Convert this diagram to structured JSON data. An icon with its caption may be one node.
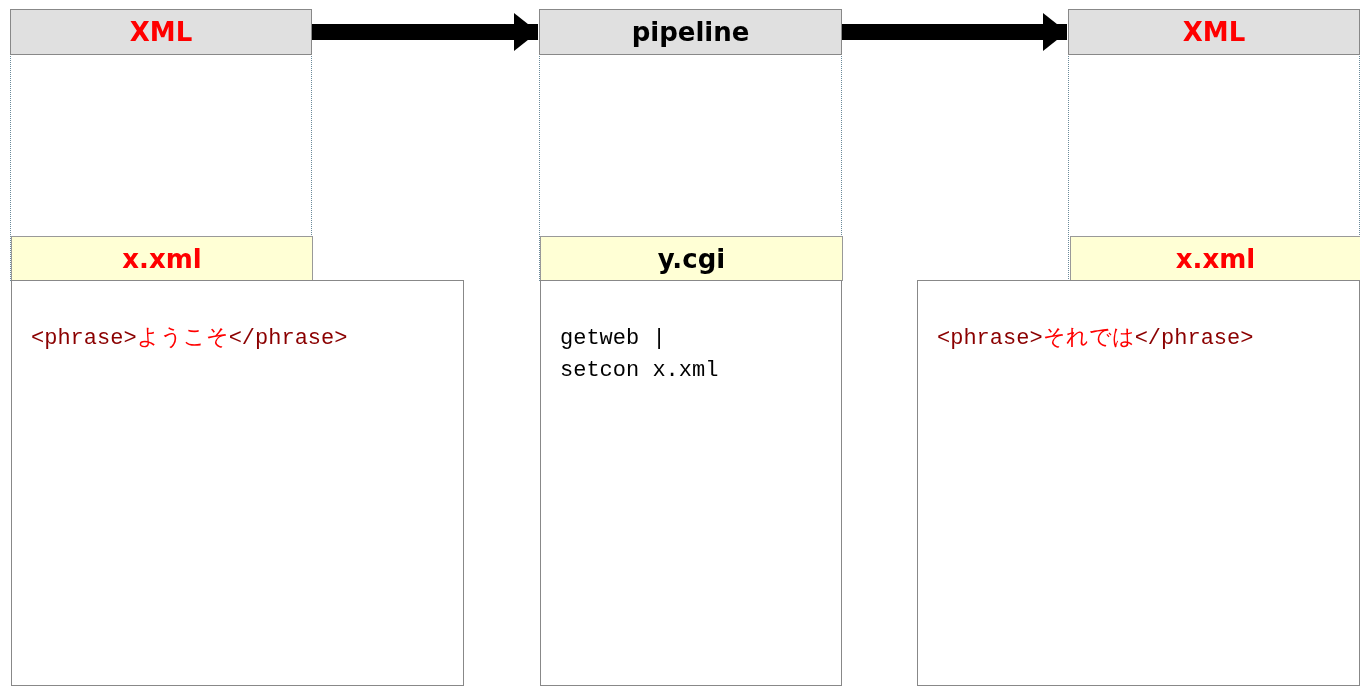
{
  "diagram": {
    "nodes": [
      {
        "text": [
          "XML"
        ]
      },
      {
        "text": [
          "x.xml"
        ],
        "in": 0
      },
      {
        "text": [
          "<phrase>",
          "ようこそ",
          "</phrase>"
        ]
      },
      {
        "text": [
          "pipeline"
        ]
      },
      {
        "text": [
          "y.cgi"
        ],
        "in": 3
      },
      {
        "text": [
          "getweb | setcon x.xml"
        ]
      },
      {
        "text": [
          "XML"
        ]
      },
      {
        "text": [
          "x.xml"
        ],
        "in": 6
      },
      {
        "text": [
          "<phrase>",
          "それでは",
          "</phrase>"
        ]
      }
    ],
    "edges": [
      {
        "from": 0,
        "to": 3,
        "arrow": "to"
      },
      {
        "from": 3,
        "to": 6,
        "arrow": "to"
      }
    ]
  }
}
